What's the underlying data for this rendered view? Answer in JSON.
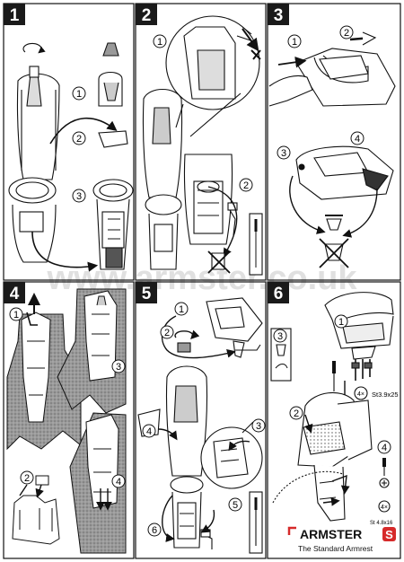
{
  "panels": [
    {
      "number": "1",
      "callouts": [
        "1",
        "2",
        "3"
      ]
    },
    {
      "number": "2",
      "callouts": [
        "1",
        "2"
      ]
    },
    {
      "number": "3",
      "callouts": [
        "1",
        "2",
        "3",
        "4"
      ]
    },
    {
      "number": "4",
      "callouts": [
        "1",
        "2",
        "3",
        "4"
      ]
    },
    {
      "number": "5",
      "callouts": [
        "1",
        "2",
        "3",
        "4",
        "5",
        "6"
      ]
    },
    {
      "number": "6",
      "callouts": [
        "1",
        "2",
        "3",
        "4"
      ]
    }
  ],
  "watermark": "www.armster.co.uk",
  "screw_spec_1": {
    "qty": "4×",
    "size": "St3.9x25"
  },
  "screw_spec_2": {
    "qty": "4×",
    "size": "St 4.8x16"
  },
  "brand": {
    "name": "ARMSTER",
    "badge": "S",
    "tagline": "The Standard Armrest"
  },
  "colors": {
    "line": "#111111",
    "watermark": "#d9d9d9",
    "brand_red": "#d62a2a",
    "panel_fill": "#ffffff",
    "tab_fill": "#1a1a1a",
    "carpet": "#8a8a8a"
  }
}
